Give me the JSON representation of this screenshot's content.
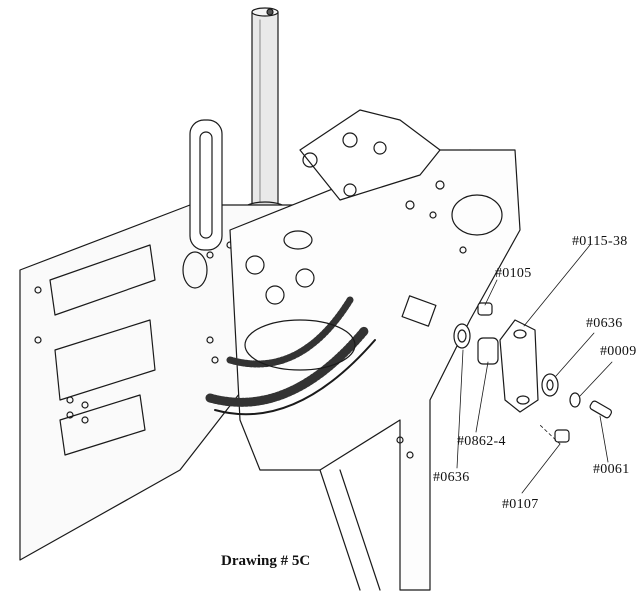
{
  "caption": "Drawing # 5C",
  "labels": {
    "p0115_38": "#0115-38",
    "p0105": "#0105",
    "p0636_right": "#0636",
    "p0009": "#0009",
    "p0862_4": "#0862-4",
    "p0636_left": "#0636",
    "p0061": "#0061",
    "p0107": "#0107"
  }
}
